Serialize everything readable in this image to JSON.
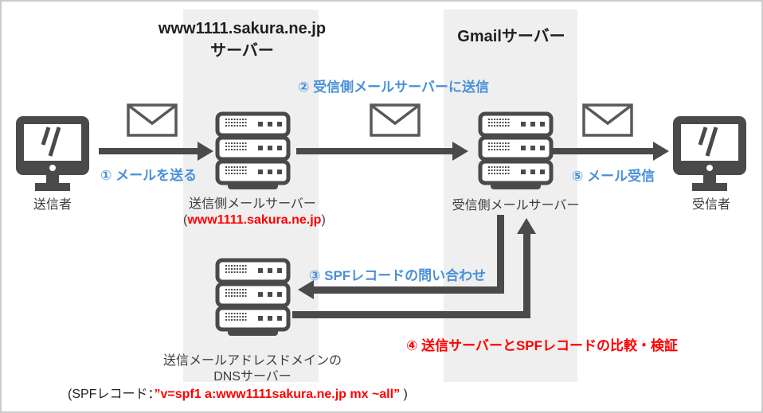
{
  "diagram": {
    "columns": {
      "left": {
        "title_line1": "www1111.sakura.ne.jp",
        "title_line2": "サーバー"
      },
      "right": {
        "title": "Gmailサーバー"
      }
    },
    "nodes": {
      "sender": "送信者",
      "sending_server": "送信側メールサーバー",
      "sending_server_domain_open": "(",
      "sending_server_domain": "www1111.sakura.ne.jp",
      "sending_server_domain_close": ")",
      "receiving_server": "受信側メールサーバー",
      "receiver": "受信者",
      "dns_line1": "送信メールアドレスドメインの",
      "dns_line2": "DNSサーバー"
    },
    "steps": {
      "step1": "① メールを送る",
      "step2": "② 受信側メールサーバーに送信",
      "step3": "③ SPFレコードの問い合わせ",
      "step4": "④ 送信サーバーとSPFレコードの比較・検証",
      "step5": "⑤ メール受信"
    },
    "spf_note": {
      "prefix": "(SPFレコード：",
      "record": "”v=spf1 a:www1111sakura.ne.jp mx ~all”",
      "suffix": " )"
    },
    "icon_names": {
      "monitor": "monitor-icon",
      "envelope": "envelope-icon",
      "server": "server-icon"
    },
    "colors": {
      "dark": "#4a4a4a",
      "band": "#efefef",
      "blue": "#4a90d8",
      "red": "#ff0000"
    }
  }
}
